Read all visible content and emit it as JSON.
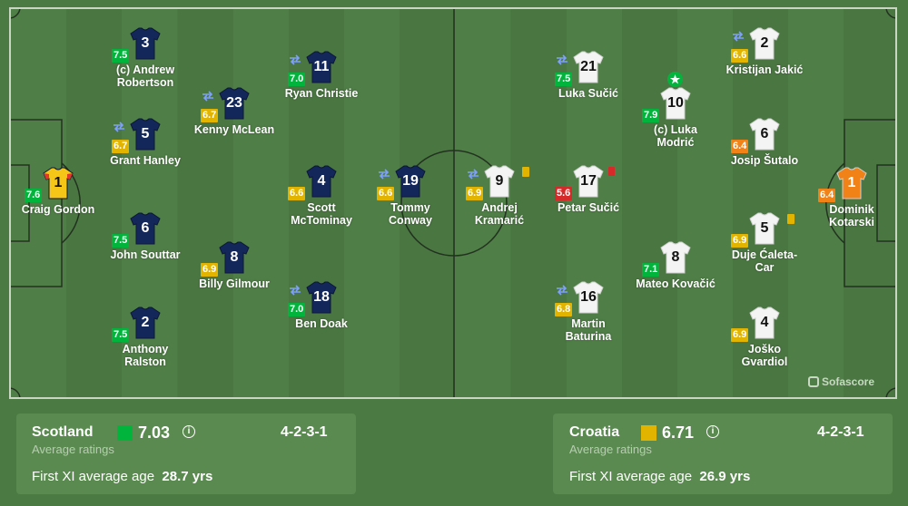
{
  "colors": {
    "scotland_shirt": "#14275a",
    "scotland_gk": "#f5c518",
    "croatia_shirt": "#f4f4f4",
    "croatia_gk": "#f08218",
    "green": "#00b43c",
    "lightgreen": "#31b531",
    "yellow": "#e2b400",
    "orange": "#f08218",
    "red": "#d62a2a"
  },
  "watermark": "Sofascore",
  "home": {
    "team": "Scotland",
    "average_rating": "7.03",
    "rating_color": "#00b43c",
    "ratings_label": "Average ratings",
    "formation": "4-2-3-1",
    "age_label": "First XI average age",
    "age": "28.7 yrs",
    "players": [
      {
        "number": "1",
        "name": "Craig Gordon",
        "rating": "7.6",
        "rating_color": "#00b43c",
        "gk": true
      },
      {
        "number": "3",
        "name": "(c) Andrew Robertson",
        "rating": "7.5",
        "rating_color": "#00b43c"
      },
      {
        "number": "5",
        "name": "Grant Hanley",
        "rating": "6.7",
        "rating_color": "#e2b400",
        "sub": true
      },
      {
        "number": "6",
        "name": "John Souttar",
        "rating": "7.5",
        "rating_color": "#00b43c"
      },
      {
        "number": "2",
        "name": "Anthony Ralston",
        "rating": "7.5",
        "rating_color": "#00b43c"
      },
      {
        "number": "23",
        "name": "Kenny McLean",
        "rating": "6.7",
        "rating_color": "#e2b400",
        "sub": true
      },
      {
        "number": "8",
        "name": "Billy Gilmour",
        "rating": "6.9",
        "rating_color": "#e2b400"
      },
      {
        "number": "11",
        "name": "Ryan Christie",
        "rating": "7.0",
        "rating_color": "#00b43c",
        "sub": true
      },
      {
        "number": "4",
        "name": "Scott McTominay",
        "rating": "6.6",
        "rating_color": "#e2b400"
      },
      {
        "number": "18",
        "name": "Ben Doak",
        "rating": "7.0",
        "rating_color": "#00b43c",
        "sub": true
      },
      {
        "number": "19",
        "name": "Tommy Conway",
        "rating": "6.6",
        "rating_color": "#e2b400",
        "sub": true
      }
    ]
  },
  "away": {
    "team": "Croatia",
    "average_rating": "6.71",
    "rating_color": "#e2b400",
    "ratings_label": "Average ratings",
    "formation": "4-2-3-1",
    "age_label": "First XI average age",
    "age": "26.9 yrs",
    "players": [
      {
        "number": "1",
        "name": "Dominik Kotarski",
        "rating": "6.4",
        "rating_color": "#f08218",
        "gk": true
      },
      {
        "number": "2",
        "name": "Kristijan Jakić",
        "rating": "6.6",
        "rating_color": "#e2b400",
        "sub": true
      },
      {
        "number": "6",
        "name": "Josip Šutalo",
        "rating": "6.4",
        "rating_color": "#f08218"
      },
      {
        "number": "5",
        "name": "Duje Ćaleta-Car",
        "rating": "6.9",
        "rating_color": "#e2b400",
        "card": "yellow"
      },
      {
        "number": "4",
        "name": "Joško Gvardiol",
        "rating": "6.9",
        "rating_color": "#e2b400"
      },
      {
        "number": "10",
        "name": "(c) Luka Modrić",
        "rating": "7.9",
        "rating_color": "#00b43c",
        "star": true
      },
      {
        "number": "8",
        "name": "Mateo Kovačić",
        "rating": "7.1",
        "rating_color": "#00b43c"
      },
      {
        "number": "21",
        "name": "Luka Sučić",
        "rating": "7.5",
        "rating_color": "#00b43c",
        "sub": true
      },
      {
        "number": "17",
        "name": "Petar Sučić",
        "rating": "5.6",
        "rating_color": "#d62a2a",
        "card": "red"
      },
      {
        "number": "16",
        "name": "Martin Baturina",
        "rating": "6.8",
        "rating_color": "#e2b400",
        "sub": true
      },
      {
        "number": "9",
        "name": "Andrej Kramarić",
        "rating": "6.9",
        "rating_color": "#e2b400",
        "sub": true,
        "card": "yellow"
      }
    ]
  }
}
